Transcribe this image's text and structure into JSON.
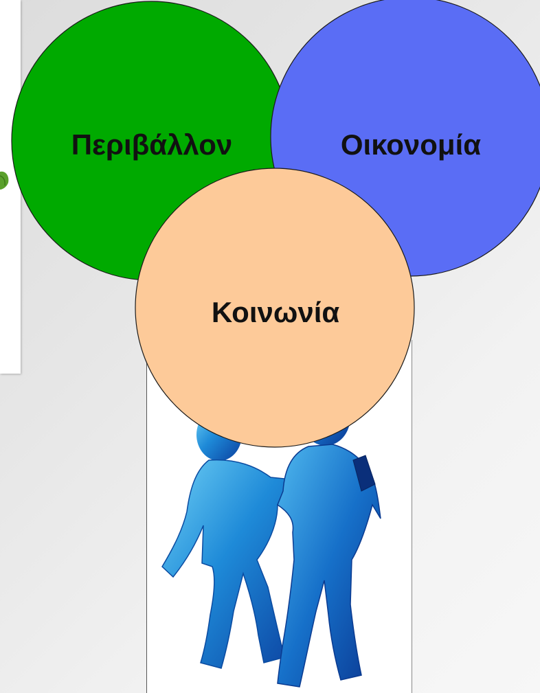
{
  "venn": {
    "circles": [
      {
        "label": "Περιβάλλον",
        "color": "#00aa00"
      },
      {
        "label": "Οικονομία",
        "color": "#5a6df5"
      },
      {
        "label": "Κοινωνία",
        "color": "#fdca99"
      }
    ]
  },
  "images": {
    "left_panel_icon": "leaf-icon",
    "walkers_icon": "people-walking-icon",
    "walkers_color": "#1a78d0"
  }
}
